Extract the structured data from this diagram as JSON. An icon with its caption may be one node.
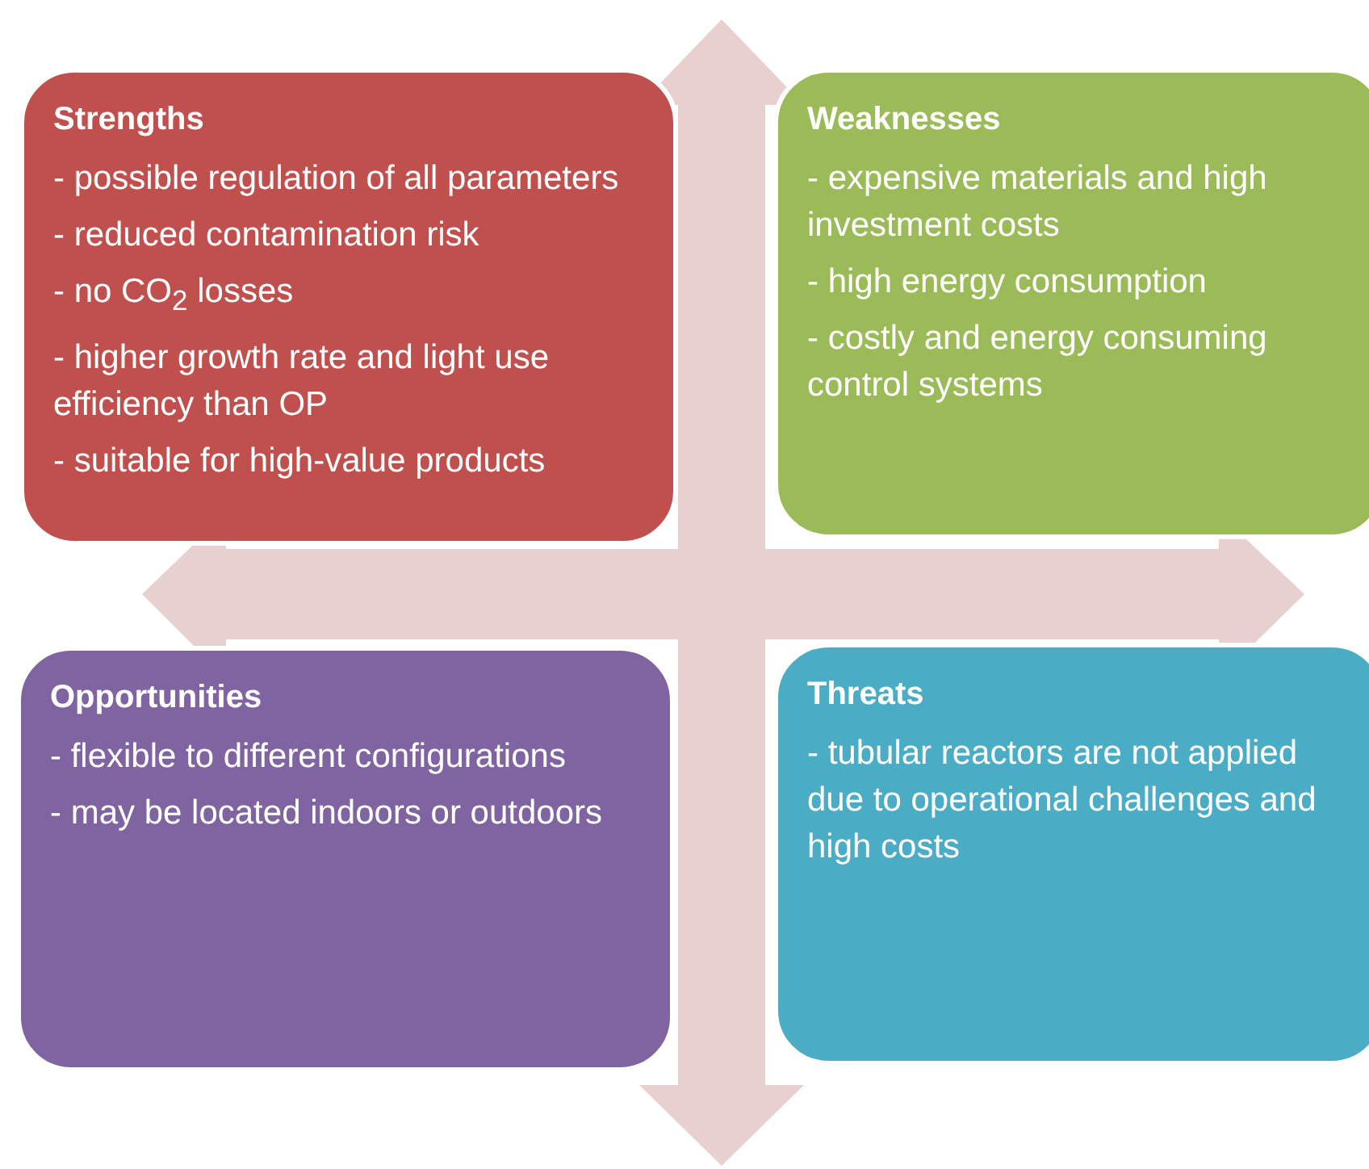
{
  "diagram": {
    "nodes": [
      {
        "text": [
          "Strengths",
          "- possible regulation of all parameters",
          "- reduced contamination risk",
          "- no CO$_{2}$ losses",
          "- higher growth rate and light use efficiency than OP",
          "- suitable for high-value products"
        ]
      },
      {
        "text": [
          "Weaknesses",
          "- expensive materials and high investment costs",
          "- high energy consumption",
          "- costly and energy consuming control systems"
        ]
      },
      {
        "text": [
          "Opportunities",
          "- flexible to different configurations",
          "- may be located indoors or outdoors"
        ]
      },
      {
        "text": [
          "Threats",
          "- tubular reactors are not applied due to operational challenges and high costs"
        ]
      }
    ],
    "edges": []
  }
}
